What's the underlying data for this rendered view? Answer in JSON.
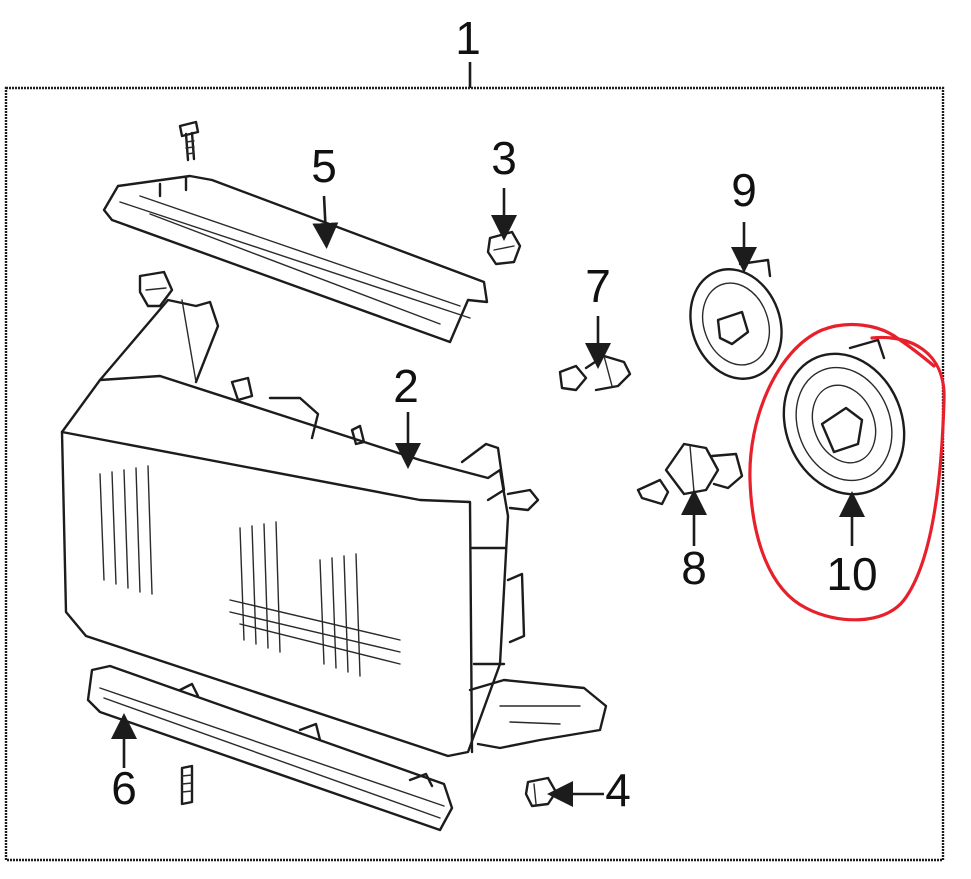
{
  "diagram": {
    "callouts": {
      "c1": "1",
      "c2": "2",
      "c3": "3",
      "c4": "4",
      "c5": "5",
      "c6": "6",
      "c7": "7",
      "c8": "8",
      "c9": "9",
      "c10": "10"
    },
    "colors": {
      "line": "#1c1c1c",
      "highlight": "#e8202c",
      "background": "#ffffff"
    }
  }
}
